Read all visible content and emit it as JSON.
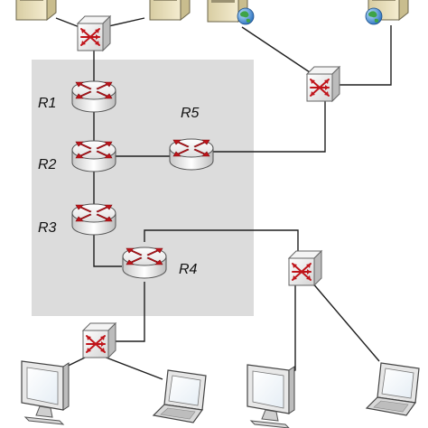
{
  "diagram": {
    "routers": [
      {
        "id": "r1",
        "label": "R1"
      },
      {
        "id": "r2",
        "label": "R2"
      },
      {
        "id": "r3",
        "label": "R3"
      },
      {
        "id": "r4",
        "label": "R4"
      },
      {
        "id": "r5",
        "label": "R5"
      }
    ],
    "switches": [
      "switch-top-left",
      "switch-top-right",
      "switch-bottom-left",
      "switch-bottom-right"
    ],
    "servers": [
      "server",
      "server",
      "web-server",
      "web-server"
    ],
    "clients": [
      "desktop-monitor",
      "laptop",
      "desktop-monitor",
      "laptop"
    ],
    "colors": {
      "router_arrow": "#c0141a",
      "switch_arrow": "#c0141a",
      "network_area": "#dcdcdc",
      "server_case": "#f1e8c6",
      "globe": "#2f8a3a",
      "link": "#1e1e1e"
    },
    "icons": [
      "router-icon",
      "switch-icon",
      "server-icon",
      "web-server-icon",
      "monitor-icon",
      "laptop-icon"
    ]
  }
}
